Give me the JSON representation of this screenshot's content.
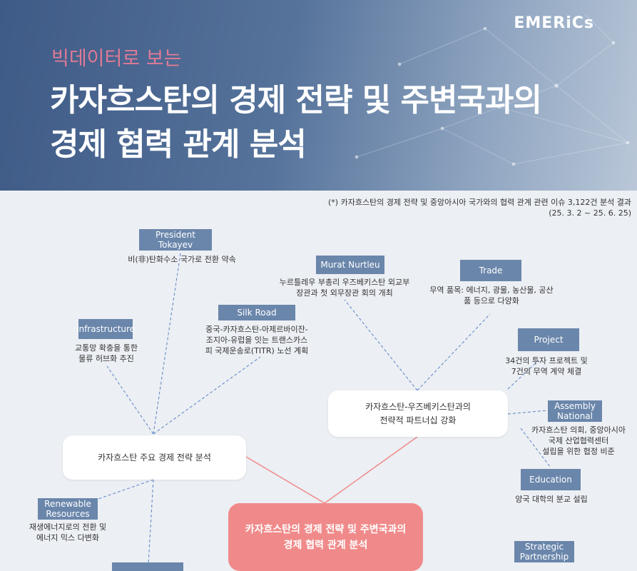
{
  "header": {
    "logo": "EMERiCs",
    "subtitle": "빅데이터로 보는",
    "title_line1": "카자흐스탄의 경제 전략 및 주변국과의",
    "title_line2": "경제 협력 관계 분석"
  },
  "note": {
    "line1": "(*) 카자흐스탄의 경제 전략 및 중앙아시아 국가와의 협력 관계 관련 이슈 3,122건 분석 결과",
    "line2": "(25. 3. 2 ~ 25. 6. 25)"
  },
  "center": {
    "line1": "카자흐스탄의 경제 전략 및 주변국과의",
    "line2": "경제 협력 관계 분석"
  },
  "hub_left": {
    "label": "카자흐스탄 주요 경제 전략 분석"
  },
  "hub_right": {
    "line1": "카자흐스탄-우즈베키스탄과의",
    "line2": "전략적 파트너십 강화"
  },
  "nodes": {
    "president": {
      "tag1": "President",
      "tag2": "Tokayev",
      "desc1": "비(非)탄화수소 국가로 전환 약속"
    },
    "infrastructure": {
      "tag1": "Infrastructure",
      "desc1": "교통망 확충을 통한",
      "desc2": "물류 허브화 추진"
    },
    "silkroad": {
      "tag1": "Silk Road",
      "desc1": "중국-카자흐스탄-아제르바이잔-",
      "desc2": "조지아-유럽을 잇는 트랜스카스",
      "desc3": "피 국제운송로(TITR) 노선 계획"
    },
    "renewable": {
      "tag1": "Renewable",
      "tag2": "Resources",
      "desc1": "재생에너지로의 전환 및",
      "desc2": "에너지 믹스 다변화"
    },
    "murat": {
      "tag1": "Murat Nurtleu",
      "desc1": "누르틀레우 부총리 우즈베키스탄 외교부",
      "desc2": "장관과 첫 외무장관 회의 개최"
    },
    "trade": {
      "tag1": "Trade",
      "desc1": "무역 품목: 에너지, 광물, 농산물, 공산",
      "desc2": "품 등으로 다양화"
    },
    "project": {
      "tag1": "Project",
      "desc1": "34건의 투자 프로젝트 및",
      "desc2": "7건의 무역 계약 체결"
    },
    "assembly": {
      "tag1": "Assembly",
      "tag2": "National",
      "desc1": "카자흐스탄 의회, 중앙아시아",
      "desc2": "국제 산업협력센터",
      "desc3": "설립을 위한 협정 비준"
    },
    "education": {
      "tag1": "Education",
      "desc1": "양국 대학의 분교 설립"
    },
    "strategic": {
      "tag1": "Strategic",
      "tag2": "Partnership"
    }
  },
  "colors": {
    "header": "#4a6790",
    "tag": "#6a86ab",
    "center": "#f08a8a",
    "subtitle": "#e07a95"
  }
}
